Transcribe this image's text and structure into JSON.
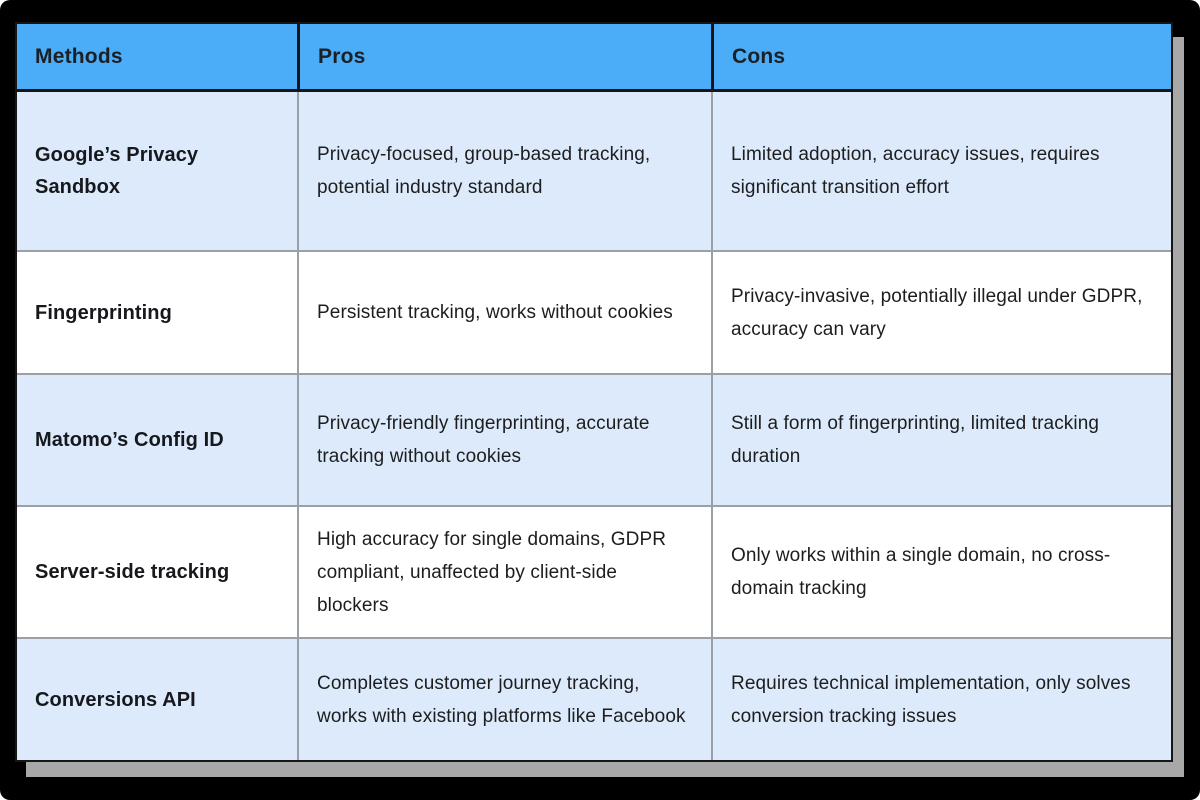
{
  "theme": {
    "page_background": "#000000",
    "header_blue": "#4bacf7",
    "row_alt_blue": "#dceafb",
    "row_white": "#ffffff",
    "grid_line_gray": "#9aa0a5",
    "outer_border_black": "#161616",
    "shadow_gray": "#a8a8a8",
    "text_color": "#1d1d1d"
  },
  "chart_data": {
    "type": "table",
    "title": "",
    "columns": [
      "Methods",
      "Pros",
      "Cons"
    ],
    "rows": [
      {
        "method": "Google’s Privacy Sandbox",
        "pros": "Privacy-focused, group-based tracking, potential industry standard",
        "cons": "Limited adoption, accuracy issues, requires significant transition effort"
      },
      {
        "method": "Fingerprinting",
        "pros": "Persistent tracking, works without cookies",
        "cons": "Privacy-invasive, potentially illegal under GDPR, accuracy can vary"
      },
      {
        "method": "Matomo’s Config ID",
        "pros": "Privacy-friendly fingerprinting, accurate tracking without cookies",
        "cons": "Still a form of fingerprinting, limited tracking duration"
      },
      {
        "method": "Server-side tracking",
        "pros": "High accuracy for single domains, GDPR compliant, unaffected by client-side blockers",
        "cons": "Only works within a single domain, no cross-domain tracking"
      },
      {
        "method": "Conversions API",
        "pros": "Completes customer journey tracking, works with existing platforms like Facebook",
        "cons": "Requires technical implementation, only solves conversion tracking issues"
      }
    ],
    "layout": {
      "header_background": "#4bacf7",
      "alternating_rows": "odd rows light blue, even rows white",
      "grid": "on"
    }
  }
}
